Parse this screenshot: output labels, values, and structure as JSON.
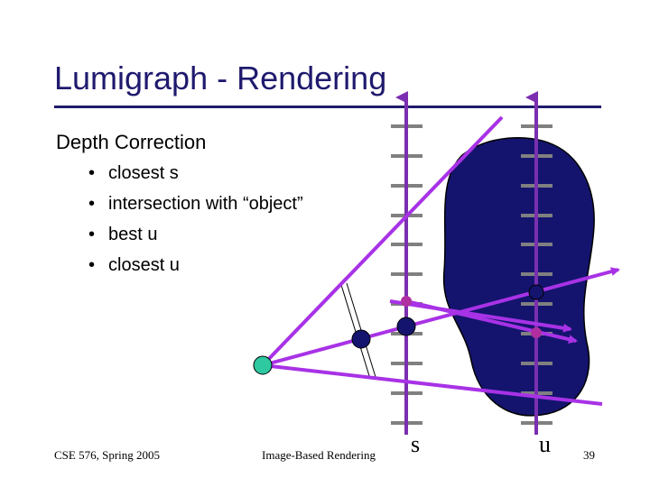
{
  "slide": {
    "title": "Lumigraph - Rendering",
    "heading": "Depth Correction",
    "bullets": [
      {
        "marker": "•",
        "text": "closest s"
      },
      {
        "marker": "•",
        "text": "intersection with “object”"
      },
      {
        "marker": "•",
        "text": "best u"
      },
      {
        "marker": "•",
        "text": "closest u"
      }
    ]
  },
  "diagram": {
    "s_label": "s",
    "u_label": "u",
    "colors": {
      "plane_line": "#7b2fb0",
      "rays": "#a832e6",
      "object_fill": "#14146e",
      "ticks": "#808080",
      "eye_point": "#2ec9a0",
      "sample_points": "#14146e",
      "intersection_points": "#b02fa0"
    }
  },
  "footer": {
    "course": "CSE 576, Spring 2005",
    "topic": "Image-Based Rendering",
    "page": "39"
  }
}
